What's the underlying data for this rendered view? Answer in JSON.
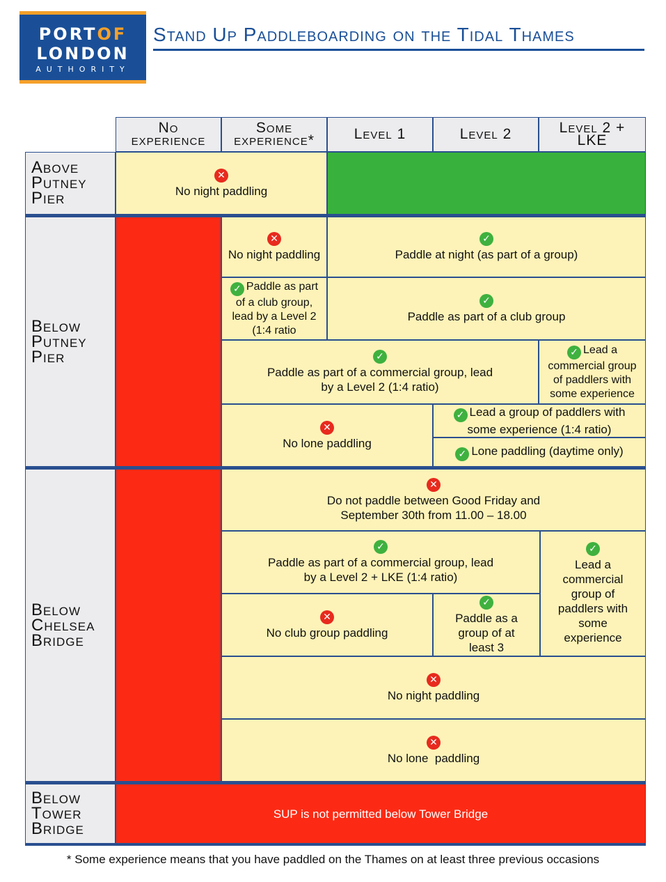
{
  "logo": {
    "line1a": "PORT",
    "line1b": "OF",
    "line2": "LONDON",
    "line3": "AUTHORITY"
  },
  "title": "Stand Up Paddleboarding on the Tidal Thames",
  "columns": [
    "No experience",
    "Some experience*",
    "Level 1",
    "Level 2",
    "Level 2 + LKE"
  ],
  "rows": [
    "Above Putney Pier",
    "Below Putney Pier",
    "Below Chelsea Bridge",
    "Below Tower Bridge"
  ],
  "cells": {
    "above_putney_no_night": "No night paddling",
    "bp_no_night": "No night paddling",
    "bp_paddle_night_group": "Paddle at night (as part of a group)",
    "bp_club_some": "Paddle as part of a club group, lead by a Level 2 (1:4 ratio",
    "bp_club_group": "Paddle as part of a club group",
    "bp_commercial": "Paddle as part of a commercial group, lead by a Level 2 (1:4 ratio)",
    "bp_lead_commercial": "Lead a commercial group of paddlers with some experience",
    "bp_no_lone": "No lone paddling",
    "bp_lead_group": "Lead a group of paddlers with some experience (1:4 ratio)",
    "bp_lone_daytime": "Lone paddling (daytime only)",
    "bc_good_friday": "Do not paddle between Good Friday and September 30th from 11.00 – 18.00",
    "bc_commercial": "Paddle as part of a commercial group, lead by a Level 2 + LKE (1:4 ratio)",
    "bc_lead_commercial": "Lead a commercial group of paddlers with some experience",
    "bc_no_club": "No club group paddling",
    "bc_group_of_3": "Paddle as a group of at least 3",
    "bc_no_night": "No night paddling",
    "bc_no_lone": "No lone  paddling",
    "tower": "SUP is not permitted below Tower Bridge"
  },
  "icons": {
    "ok": "check-icon",
    "no": "cross-icon"
  },
  "colors": {
    "brand_blue": "#1a4f97",
    "accent_orange": "#f5a02a",
    "green": "#38b23c",
    "red": "#fc2a14",
    "yellow": "#fdf3b8"
  },
  "footnote": "* Some experience means that you have paddled on the Thames on at least three previous occasions"
}
